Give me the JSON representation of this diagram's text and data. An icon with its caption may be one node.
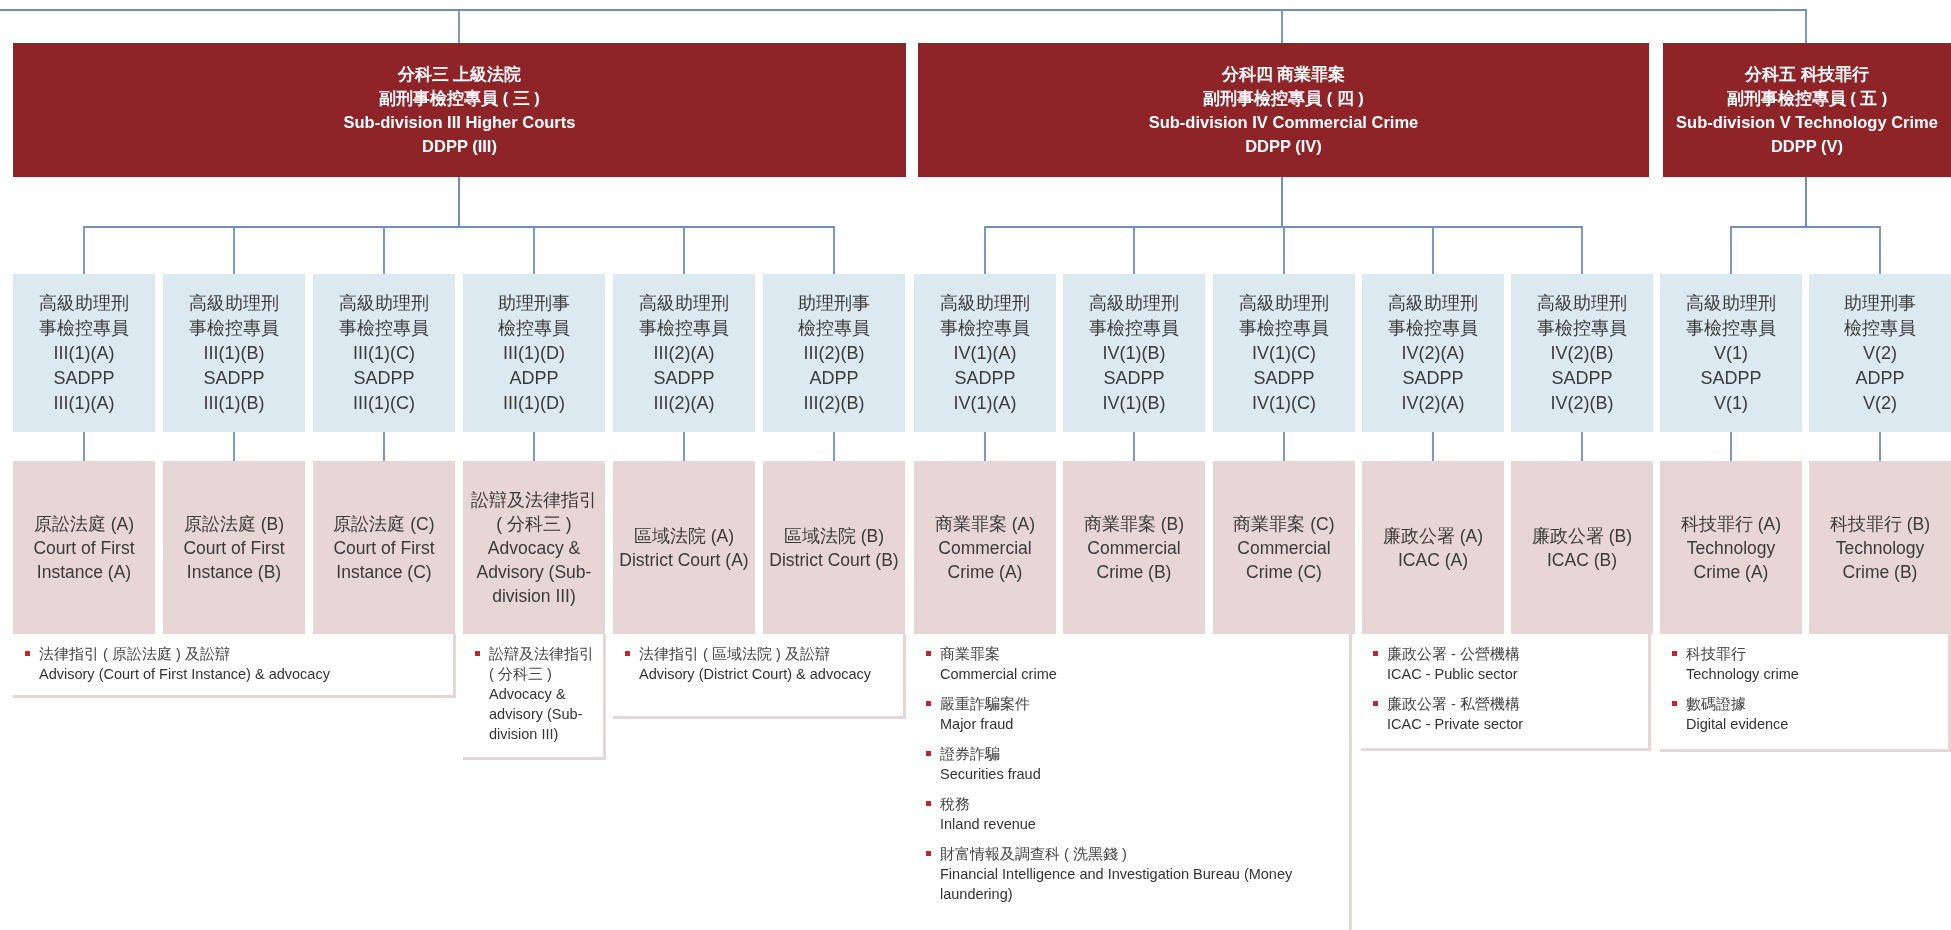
{
  "diagram": {
    "nodes": [
      {
        "text": [
          "分科三 上級法院",
          "副刑事檢控專員 ( 三 )",
          "Sub-division III Higher Courts",
          "DDPP (III)"
        ]
      },
      {
        "text": [
          "分科四 商業罪案",
          "副刑事檢控專員 ( 四 )",
          "Sub-division IV Commercial Crime",
          "DDPP (IV)"
        ]
      },
      {
        "text": [
          "分科五 科技罪行",
          "副刑事檢控專員 ( 五 )",
          "Sub-division V Technology Crime",
          "DDPP (V)"
        ]
      },
      {
        "text": [
          "高級助理刑事檢控專員",
          "III(1)(A)",
          "SADPP",
          "III(1)(A)"
        ]
      },
      {
        "text": [
          "高級助理刑事檢控專員",
          "III(1)(B)",
          "SADPP",
          "III(1)(B)"
        ]
      },
      {
        "text": [
          "高級助理刑事檢控專員",
          "III(1)(C)",
          "SADPP",
          "III(1)(C)"
        ]
      },
      {
        "text": [
          "助理刑事檢控專員",
          "III(1)(D)",
          "ADPP",
          "III(1)(D)"
        ]
      },
      {
        "text": [
          "高級助理刑事檢控專員",
          "III(2)(A)",
          "SADPP",
          "III(2)(A)"
        ]
      },
      {
        "text": [
          "助理刑事檢控專員",
          "III(2)(B)",
          "ADPP",
          "III(2)(B)"
        ]
      },
      {
        "text": [
          "高級助理刑事檢控專員",
          "IV(1)(A)",
          "SADPP",
          "IV(1)(A)"
        ]
      },
      {
        "text": [
          "高級助理刑事檢控專員",
          "IV(1)(B)",
          "SADPP",
          "IV(1)(B)"
        ]
      },
      {
        "text": [
          "高級助理刑事檢控專員",
          "IV(1)(C)",
          "SADPP",
          "IV(1)(C)"
        ]
      },
      {
        "text": [
          "高級助理刑事檢控專員",
          "IV(2)(A)",
          "SADPP",
          "IV(2)(A)"
        ]
      },
      {
        "text": [
          "高級助理刑事檢控專員",
          "IV(2)(B)",
          "SADPP",
          "IV(2)(B)"
        ]
      },
      {
        "text": [
          "高級助理刑事檢控專員",
          "V(1)",
          "SADPP",
          "V(1)"
        ]
      },
      {
        "text": [
          "助理刑事檢控專員",
          "V(2)",
          "ADPP",
          "V(2)"
        ]
      },
      {
        "text": [
          "原訟法庭 (A)",
          "Court of First Instance (A)"
        ]
      },
      {
        "text": [
          "原訟法庭 (B)",
          "Court of First Instance (B)"
        ]
      },
      {
        "text": [
          "原訟法庭 (C)",
          "Court of First Instance (C)"
        ]
      },
      {
        "text": [
          "訟辯及法律指引 ( 分科三 )",
          "Advocacy & Advisory (Sub-division III)"
        ]
      },
      {
        "text": [
          "區域法院 (A)",
          "District Court (A)"
        ]
      },
      {
        "text": [
          "區域法院 (B)",
          "District Court (B)"
        ]
      },
      {
        "text": [
          "商業罪案 (A)",
          "Commercial Crime (A)"
        ]
      },
      {
        "text": [
          "商業罪案 (B)",
          "Commercial Crime (B)"
        ]
      },
      {
        "text": [
          "商業罪案 (C)",
          "Commercial Crime (C)"
        ]
      },
      {
        "text": [
          "廉政公署 (A)",
          "ICAC (A)"
        ]
      },
      {
        "text": [
          "廉政公署 (B)",
          "ICAC (B)"
        ]
      },
      {
        "text": [
          "科技罪行 (A)",
          "Technology Crime (A)"
        ]
      },
      {
        "text": [
          "科技罪行 (B)",
          "Technology Crime (B)"
        ]
      },
      {
        "text": [
          "法律指引 ( 原訟法庭 ) 及訟辯",
          "Advisory (Court of First Instance) & advocacy"
        ]
      },
      {
        "text": [
          "訟辯及法律指引 ( 分科三 )",
          "Advocacy & advisory (Sub-division III)"
        ]
      },
      {
        "text": [
          "法律指引 ( 區域法院 ) 及訟辯",
          "Advisory (District Court) & advocacy"
        ]
      },
      {
        "text": [
          "商業罪案",
          "Commercial crime",
          "嚴重詐騙案件",
          "Major fraud",
          "證券詐騙",
          "Securities fraud",
          "稅務",
          "Inland revenue",
          "財富情報及調查科 ( 洗黑錢 )",
          "Financial Intelligence and Investigation Bureau (Money laundering)"
        ]
      },
      {
        "text": [
          "廉政公署 - 公營機構",
          "ICAC - Public sector",
          "廉政公署 - 私營機構",
          "ICAC - Private sector"
        ]
      },
      {
        "text": [
          "科技罪行",
          "Technology crime",
          "數碼證據",
          "Digital evidence"
        ]
      }
    ],
    "edges": [
      {
        "from": null,
        "to": 0,
        "arrow": "none"
      },
      {
        "from": null,
        "to": 1,
        "arrow": "none"
      },
      {
        "from": null,
        "to": 2,
        "arrow": "none"
      },
      {
        "from": 0,
        "to": 3,
        "arrow": "none"
      },
      {
        "from": 0,
        "to": 4,
        "arrow": "none"
      },
      {
        "from": 0,
        "to": 5,
        "arrow": "none"
      },
      {
        "from": 0,
        "to": 6,
        "arrow": "none"
      },
      {
        "from": 0,
        "to": 7,
        "arrow": "none"
      },
      {
        "from": 0,
        "to": 8,
        "arrow": "none"
      },
      {
        "from": 1,
        "to": 9,
        "arrow": "none"
      },
      {
        "from": 1,
        "to": 10,
        "arrow": "none"
      },
      {
        "from": 1,
        "to": 11,
        "arrow": "none"
      },
      {
        "from": 1,
        "to": 12,
        "arrow": "none"
      },
      {
        "from": 1,
        "to": 13,
        "arrow": "none"
      },
      {
        "from": 2,
        "to": 14,
        "arrow": "none"
      },
      {
        "from": 2,
        "to": 15,
        "arrow": "none"
      },
      {
        "from": 3,
        "to": 16,
        "arrow": "none"
      },
      {
        "from": 4,
        "to": 17,
        "arrow": "none"
      },
      {
        "from": 5,
        "to": 18,
        "arrow": "none"
      },
      {
        "from": 6,
        "to": 19,
        "arrow": "none"
      },
      {
        "from": 7,
        "to": 20,
        "arrow": "none"
      },
      {
        "from": 8,
        "to": 21,
        "arrow": "none"
      },
      {
        "from": 9,
        "to": 22,
        "arrow": "none"
      },
      {
        "from": 10,
        "to": 23,
        "arrow": "none"
      },
      {
        "from": 11,
        "to": 24,
        "arrow": "none"
      },
      {
        "from": 12,
        "to": 25,
        "arrow": "none"
      },
      {
        "from": 13,
        "to": 26,
        "arrow": "none"
      },
      {
        "from": 14,
        "to": 27,
        "arrow": "none"
      },
      {
        "from": 15,
        "to": 28,
        "arrow": "none"
      }
    ]
  }
}
